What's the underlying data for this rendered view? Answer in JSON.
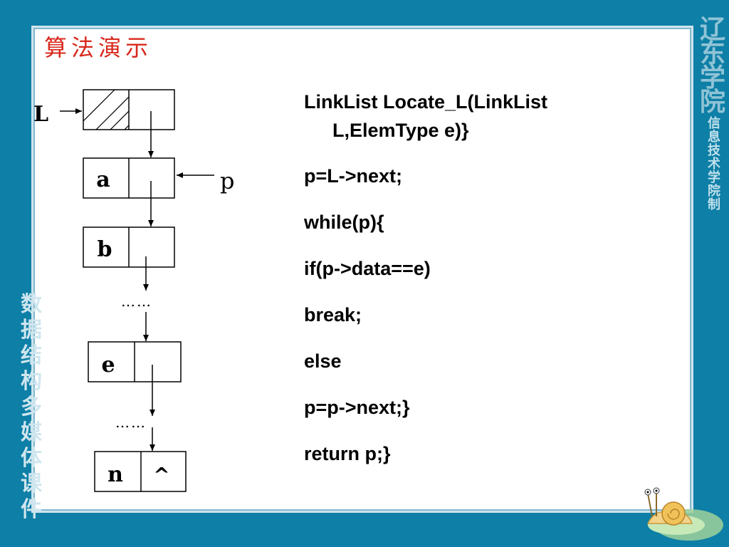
{
  "slide": {
    "title": "算法演示",
    "side_right_big": [
      "辽",
      "东",
      "学",
      "院"
    ],
    "side_right_small": [
      "信",
      "息",
      "技",
      "术",
      "学",
      "院",
      "制"
    ],
    "side_left": [
      "数",
      "据",
      "结",
      "构",
      "多",
      "媒",
      "体",
      "课",
      "件"
    ]
  },
  "diagram": {
    "head_label": "L",
    "pointer_label": "p",
    "nodes": [
      {
        "data": "",
        "next": ""
      },
      {
        "data": "a",
        "next": ""
      },
      {
        "data": "b",
        "next": ""
      },
      {
        "data": "e",
        "next": ""
      },
      {
        "data": "n",
        "next": "^"
      }
    ],
    "ellipsis": [
      "……",
      "……"
    ]
  },
  "code": {
    "lines": [
      "LinkList Locate_L(LinkList",
      "L,ElemType e)}",
      "p=L->next;",
      "while(p){",
      "if(p->data==e)",
      "break;",
      "else",
      "p=p->next;}",
      "return p;}"
    ]
  },
  "colors": {
    "background": "#0e7fa6",
    "title": "#d8281c"
  }
}
